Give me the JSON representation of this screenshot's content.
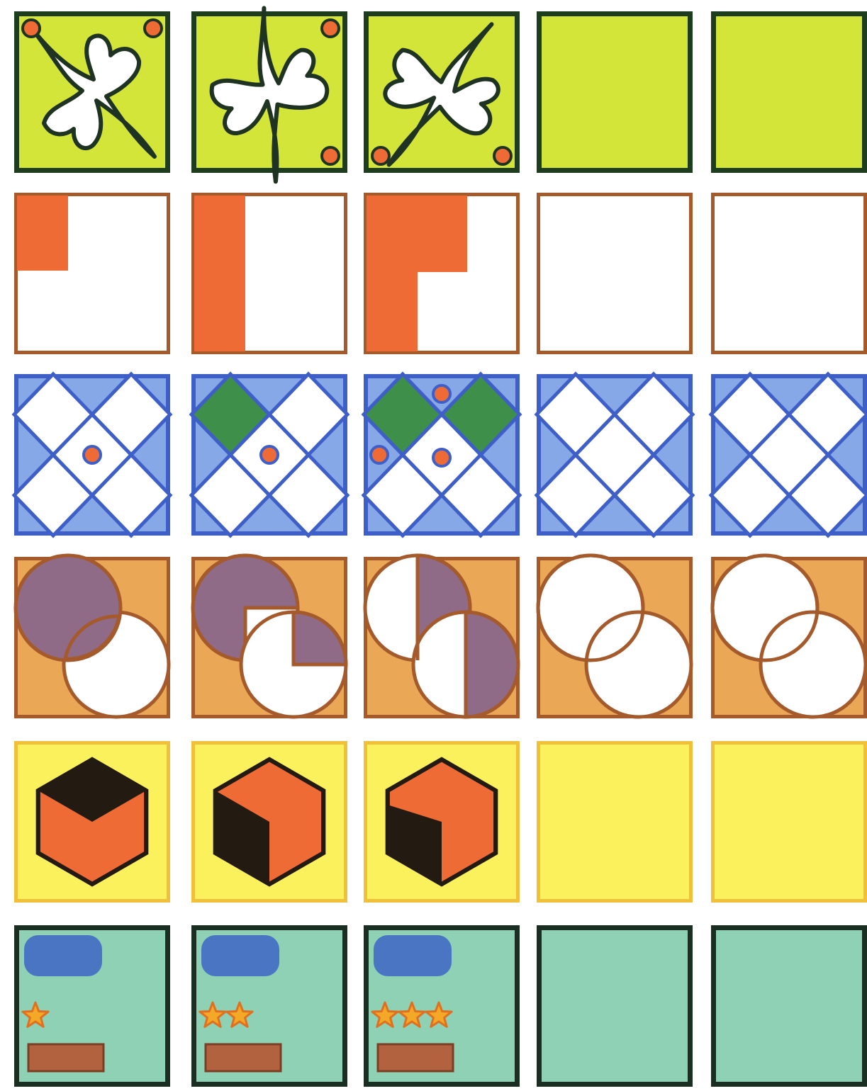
{
  "palette": {
    "lime_bg": "#d4e53a",
    "lime_border": "#1e3d1e",
    "orange": "#ee6b35",
    "brown_border": "#a55a2c",
    "blue_bg": "#86a8e6",
    "blue_border": "#3f5fc8",
    "green_fill": "#3d8f4a",
    "tan_bg": "#eaa856",
    "purple_fill": "#8f6b88",
    "yellow_bg": "#fbf15c",
    "yellow_border": "#f0c03a",
    "cube_dark": "#231a12",
    "teal_bg": "#8ed1b4",
    "teal_border": "#1b2e22",
    "pill_blue": "#4a75c2",
    "brown_bar": "#b3623f",
    "star_gold": "#f3a827",
    "star_outline": "#e0701f",
    "line_dark": "#1e3322",
    "white": "#ffffff"
  },
  "rows": [
    {
      "puzzle": "dancing-figure",
      "step_count": 3,
      "blank_count": 2,
      "steps": [
        {
          "dot_corners": [
            "top-left",
            "top-right"
          ]
        },
        {
          "dot_corners": [
            "top-right",
            "bottom-right"
          ]
        },
        {
          "dot_corners": [
            "bottom-left",
            "bottom-right"
          ]
        }
      ]
    },
    {
      "puzzle": "orange-fill",
      "step_count": 3,
      "blank_count": 2
    },
    {
      "puzzle": "diamond-grid",
      "step_count": 3,
      "blank_count": 2,
      "steps": [
        {
          "green_diamonds": 0,
          "dots": 1
        },
        {
          "green_diamonds": 1,
          "dots": 1
        },
        {
          "green_diamonds": 2,
          "dots": 3
        }
      ]
    },
    {
      "puzzle": "two-circles",
      "step_count": 3,
      "blank_count": 2
    },
    {
      "puzzle": "cube",
      "step_count": 3,
      "blank_count": 2
    },
    {
      "puzzle": "stars-card",
      "step_count": 3,
      "blank_count": 2,
      "steps": [
        {
          "stars": 1
        },
        {
          "stars": 2
        },
        {
          "stars": 3
        }
      ]
    }
  ]
}
